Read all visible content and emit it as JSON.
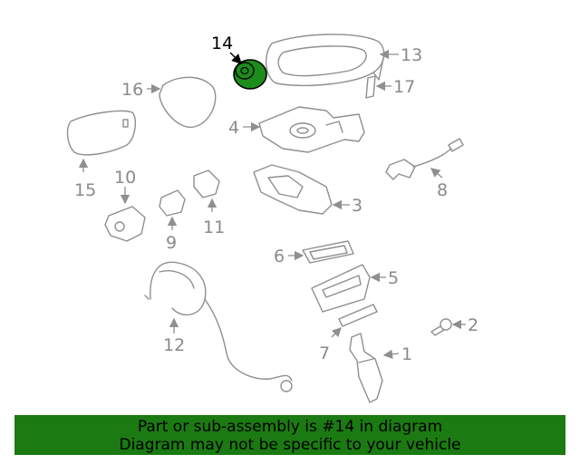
{
  "highlighted_part": "14",
  "callouts": {
    "c1": "1",
    "c2": "2",
    "c3": "3",
    "c4": "4",
    "c5": "5",
    "c6": "6",
    "c7": "7",
    "c8": "8",
    "c9": "9",
    "c10": "10",
    "c11": "11",
    "c12": "12",
    "c13": "13",
    "c14": "14",
    "c15": "15",
    "c16": "16",
    "c17": "17"
  },
  "banner": {
    "line1": "Part or sub-assembly is #14 in diagram",
    "line2": "Diagram may not be specific to your vehicle"
  },
  "colors": {
    "highlight_fill": "#1c8c1a",
    "banner_bg": "#1c7a12",
    "line_gray": "#8f8f8f"
  }
}
